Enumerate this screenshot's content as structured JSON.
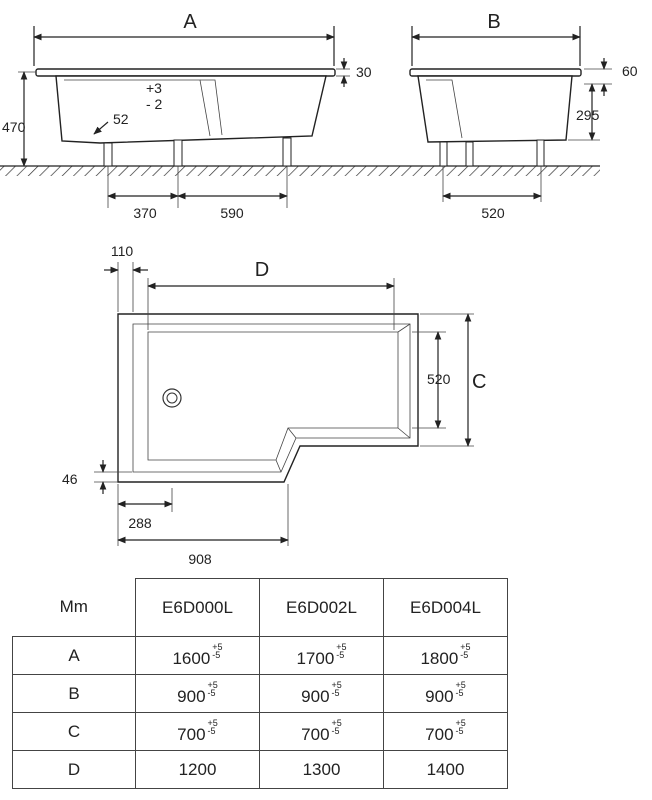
{
  "elevation_front": {
    "label_A": "A",
    "dim_rim": "30",
    "dim_height": "470",
    "dim_waste": "52",
    "tol_plus": "+3",
    "tol_minus": "- 2",
    "dim_leg1": "370",
    "dim_leg2": "590"
  },
  "elevation_side": {
    "label_B": "B",
    "dim_rim": "60",
    "dim_depth": "295",
    "dim_legs": "520"
  },
  "plan": {
    "dim_110": "110",
    "label_D": "D",
    "dim_520": "520",
    "label_C": "C",
    "dim_46": "46",
    "dim_288": "288",
    "dim_908": "908"
  },
  "table": {
    "corner": "Mm",
    "columns": [
      "E6D000L",
      "E6D002L",
      "E6D004L"
    ],
    "rows": [
      {
        "label": "A",
        "values": [
          "1600",
          "1700",
          "1800"
        ],
        "tolerance": true
      },
      {
        "label": "B",
        "values": [
          "900",
          "900",
          "900"
        ],
        "tolerance": true
      },
      {
        "label": "C",
        "values": [
          "700",
          "700",
          "700"
        ],
        "tolerance": true
      },
      {
        "label": "D",
        "values": [
          "1200",
          "1300",
          "1400"
        ],
        "tolerance": false
      }
    ],
    "tol_plus": "+5",
    "tol_minus": "-5"
  }
}
